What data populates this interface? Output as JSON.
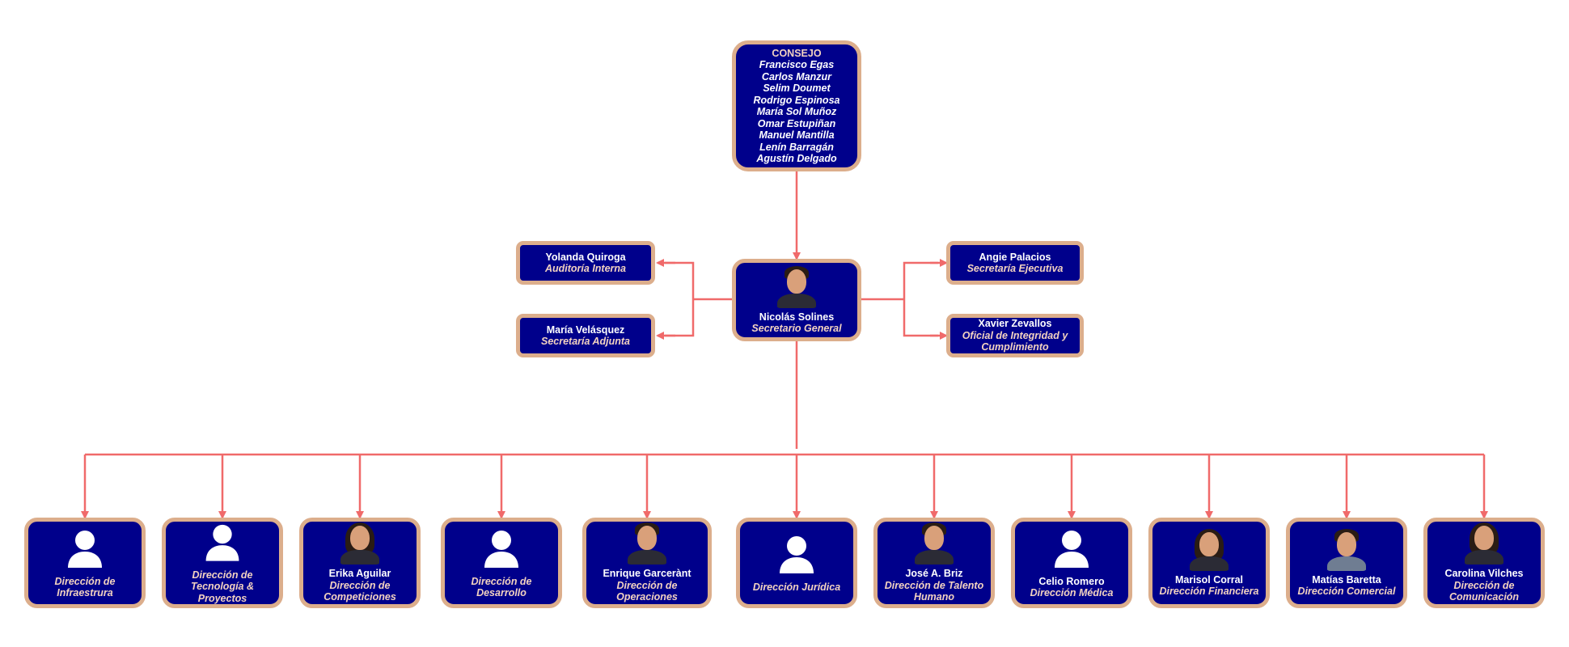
{
  "colors": {
    "node_fill": "#00008b",
    "node_border": "#dcae8c",
    "connector": "#f06a6a",
    "name_text": "#ffffff",
    "role_text": "#f2d2c0"
  },
  "council": {
    "title": "CONSEJO",
    "members": [
      "Francisco Egas",
      "Carlos Manzur",
      "Selim Doumet",
      "Rodrigo Espinosa",
      "María Sol Muñoz",
      "Omar Estupiñan",
      "Manuel Mantilla",
      "Lenín Barragán",
      "Agustín Delgado"
    ]
  },
  "secretary_general": {
    "name": "Nicolás Solines",
    "role": "Secretario General",
    "icon": "photo"
  },
  "left_staff": [
    {
      "name": "Yolanda Quiroga",
      "role": "Auditoría Interna"
    },
    {
      "name": "María Velásquez",
      "role": "Secretaría Adjunta"
    }
  ],
  "right_staff": [
    {
      "name": "Angie Palacios",
      "role": "Secretaría Ejecutiva"
    },
    {
      "name": "Xavier Zevallos",
      "role": "Oficial de Integridad y Cumplimiento"
    }
  ],
  "directorates": [
    {
      "name": "",
      "role": "Dirección de Infraestrura",
      "icon": "person-placeholder"
    },
    {
      "name": "",
      "role": "Dirección de Tecnología & Proyectos",
      "icon": "person-placeholder"
    },
    {
      "name": "Erika Aguilar",
      "role": "Dirección de Competiciones",
      "icon": "photo"
    },
    {
      "name": "",
      "role": "Dirección de Desarrollo",
      "icon": "person-placeholder"
    },
    {
      "name": "Enrique Garcerànt",
      "role": "Dirección de Operaciones",
      "icon": "photo"
    },
    {
      "name": "",
      "role": "Dirección Jurídica",
      "icon": "person-placeholder"
    },
    {
      "name": "José A. Briz",
      "role": "Dirección de Talento Humano",
      "icon": "photo"
    },
    {
      "name": "Celio Romero",
      "role": "Dirección Médica",
      "icon": "person-placeholder"
    },
    {
      "name": "Marisol Corral",
      "role": "Dirección Financiera",
      "icon": "photo"
    },
    {
      "name": "Matías Baretta",
      "role": "Dirección Comercial",
      "icon": "photo"
    },
    {
      "name": "Carolina Vilches",
      "role": "Dirección de Comunicación",
      "icon": "photo"
    }
  ]
}
